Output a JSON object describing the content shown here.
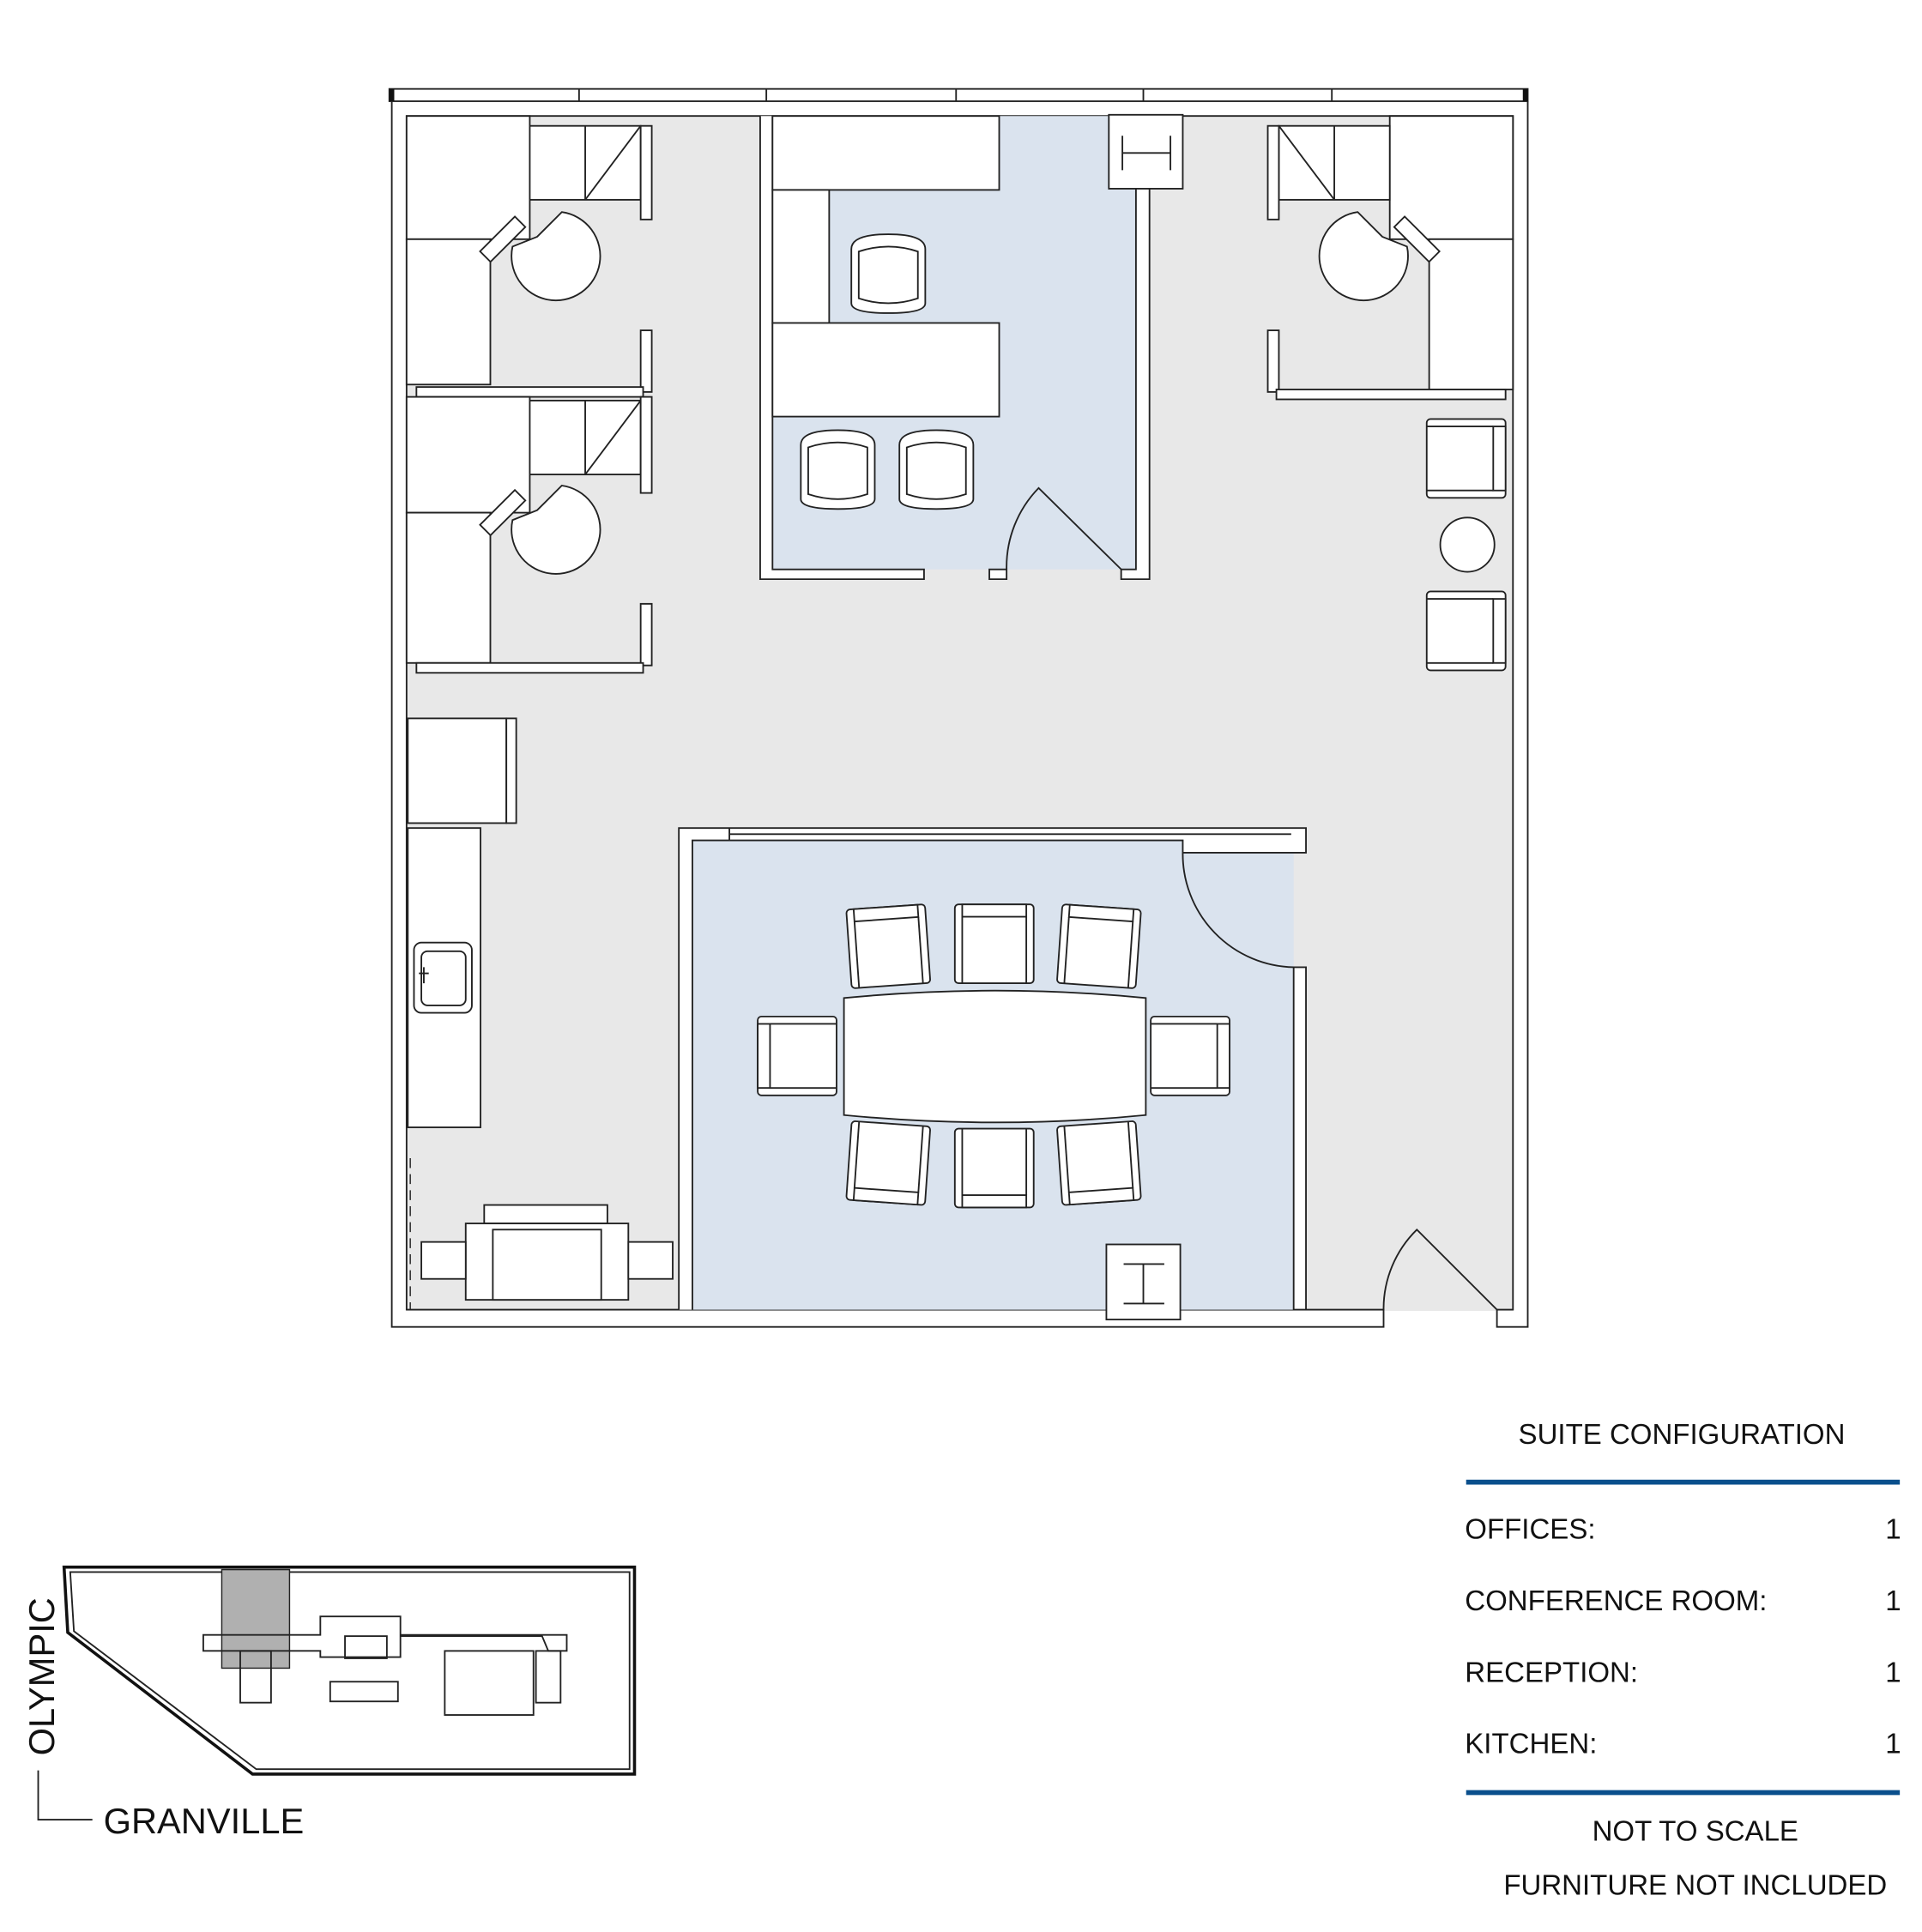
{
  "legend": {
    "title": "SUITE CONFIGURATION",
    "rows": [
      {
        "label": "OFFICES:",
        "value": "1"
      },
      {
        "label": "CONFERENCE ROOM:",
        "value": "1"
      },
      {
        "label": "RECEPTION:",
        "value": "1"
      },
      {
        "label": "KITCHEN:",
        "value": "1"
      }
    ],
    "note_scale": "NOT TO SCALE",
    "note_furniture": "FURNITURE NOT INCLUDED",
    "rule_color": "#0a4f8c"
  },
  "key_plan": {
    "street_vertical": "OLYMPIC",
    "street_horizontal": "GRANVILLE",
    "highlight_color": "#b0b0b0"
  },
  "colors": {
    "room_fill": "#dae3ee",
    "floor_fill": "#e8e8e8"
  }
}
